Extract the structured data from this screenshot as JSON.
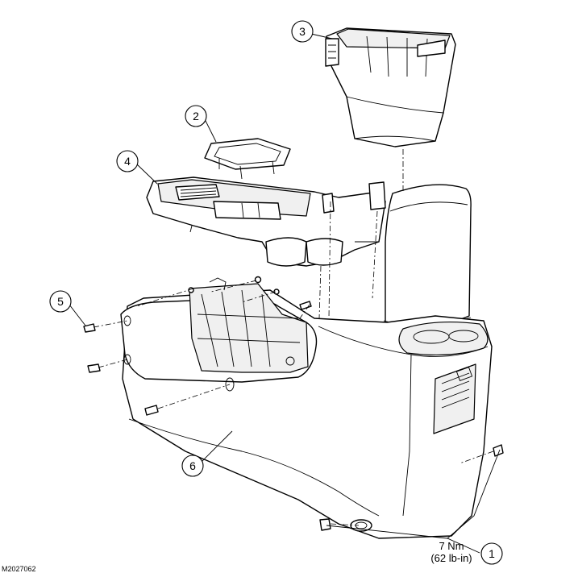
{
  "callouts": {
    "c1": "1",
    "c2": "2",
    "c3": "3",
    "c4": "4",
    "c5": "5",
    "c6": "6"
  },
  "torque": {
    "metric": "7 Nm",
    "imperial": "(62 lb-in)"
  },
  "figure_id": "M2027062"
}
